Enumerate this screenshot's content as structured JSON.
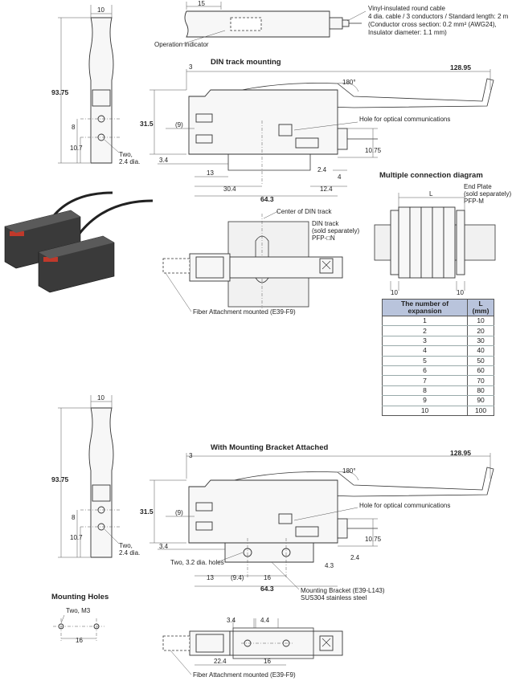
{
  "labels": {
    "cable_line1": "Vinyl-insulated round cable",
    "cable_line2": "4 dia. cable / 3 conductors / Standard length: 2 m",
    "cable_line3": "(Conductor cross section: 0.2 mm² (AWG24),",
    "cable_line4": "Insulator diameter: 1.1 mm)",
    "operation_indicator": "Operation indicator",
    "din_title": "DIN track mounting",
    "hole_optical_1": "Hole for optical communications",
    "multi_title": "Multiple connection diagram",
    "end_plate_1": "End Plate",
    "end_plate_2": "(sold separately)",
    "end_plate_3": "PFP-M",
    "center_din": "Center of DIN track",
    "din_track_1": "DIN track",
    "din_track_2": "(sold separately)",
    "din_track_3": "PFP-□N",
    "fiber_1": "Fiber Attachment mounted (E39-F9)",
    "bracket_title": "With Mounting Bracket Attached",
    "hole_optical_2": "Hole for optical communications",
    "two_32_holes": "Two, 3.2 dia. holes",
    "bracket_1": "Mounting Bracket (E39-L143)",
    "bracket_2": "SUS304 stainless steel",
    "mounting_holes": "Mounting Holes",
    "two_m3": "Two, M3",
    "fiber_2": "Fiber Attachment mounted (E39-F9)",
    "two_24_a": "Two,",
    "two_24_b": "2.4 dia.",
    "L": "L"
  },
  "dims": {
    "d10": "10",
    "d15": "15",
    "d3": "3",
    "d12895": "128.95",
    "d180": "180°",
    "d9375": "93.75",
    "d8": "8",
    "d107": "10.7",
    "d315": "31.5",
    "d9": "(9)",
    "d34": "3.4",
    "d13": "13",
    "d304": "30.4",
    "d643": "64.3",
    "d124": "12.4",
    "d24": "2.4",
    "d4": "4",
    "d1075": "10.75",
    "d94": "(9.4)",
    "d16": "16",
    "d43": "4.3",
    "d44": "4.4",
    "d224": "22.4"
  },
  "table": {
    "header_1": "The number of expansion",
    "header_2": "L (mm)",
    "rows": [
      [
        "1",
        "10"
      ],
      [
        "2",
        "20"
      ],
      [
        "3",
        "30"
      ],
      [
        "4",
        "40"
      ],
      [
        "5",
        "50"
      ],
      [
        "6",
        "60"
      ],
      [
        "7",
        "70"
      ],
      [
        "8",
        "80"
      ],
      [
        "9",
        "90"
      ],
      [
        "10",
        "100"
      ]
    ]
  }
}
